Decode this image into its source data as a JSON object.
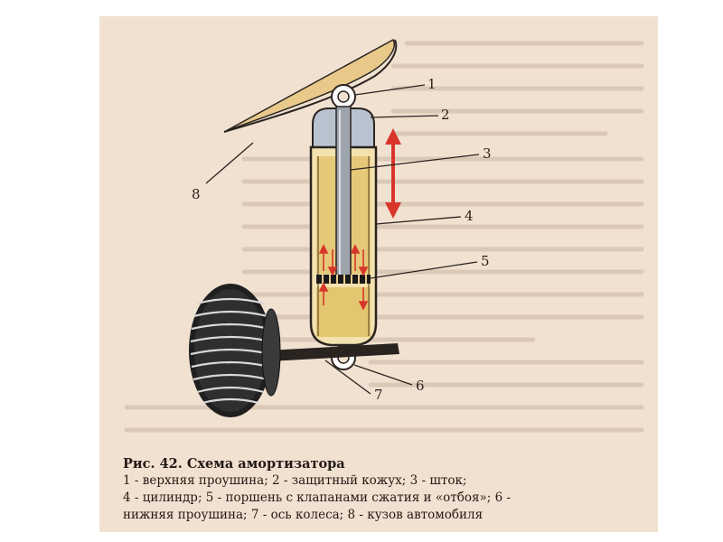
{
  "callouts": [
    {
      "label": "1"
    },
    {
      "label": "2"
    },
    {
      "label": "3"
    },
    {
      "label": "4"
    },
    {
      "label": "5"
    },
    {
      "label": "6"
    },
    {
      "label": "7"
    },
    {
      "label": "8"
    }
  ],
  "caption": {
    "title": "Рис. 42. Схема амортизатора",
    "lines": [
      "1 - верхняя проушина; 2 - защитный кожух; 3 - шток;",
      "4 - цилиндр; 5 - поршень с клапанами сжатия и «отбоя»; 6 -",
      "нижняя проушина; 7 - ось колеса; 8 - кузов автомобиля"
    ]
  },
  "colors": {
    "background": "#f1e1d1",
    "body_panel": "#e8c98a",
    "cover": "#b9c2cf",
    "cylinder_fill": "#e3c46e",
    "rod": "#9ea4ac",
    "arrow": "#d8362a",
    "piston": "#1a1a1a",
    "outline": "#2a2420"
  }
}
